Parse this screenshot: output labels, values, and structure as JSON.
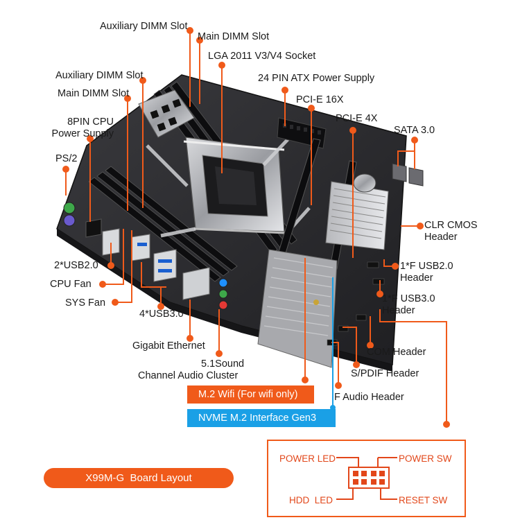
{
  "labels": {
    "aux_dimm_top": "Auxiliary DIMM Slot",
    "main_dimm_top": "Main DIMM Slot",
    "lga_socket": "LGA 2011 V3/V4 Socket",
    "aux_dimm_left": "Auxiliary DIMM Slot",
    "atx_power": "24 PIN ATX Power Supply",
    "main_dimm_left": "Main DIMM Slot",
    "pcie16": "PCI-E 16X",
    "cpu_power_line1": "8PIN CPU",
    "cpu_power_line2": "Power Supply",
    "pcie4": "PCI-E 4X",
    "sata": "SATA 3.0",
    "ps2": "PS/2",
    "clr_cmos_line1": "CLR CMOS",
    "clr_cmos_line2": "Header",
    "usb2_rear": "2*USB2.0",
    "f_usb2_line1": "1*F USB2.0",
    "f_usb2_line2": "Header",
    "cpu_fan": "CPU Fan",
    "f_usb3_line1": "1*F USB3.0",
    "f_usb3_line2": "Header",
    "sys_fan": "SYS Fan",
    "usb3_rear": "4*USB3.0",
    "gigabit": "Gigabit Ethernet",
    "com_header": "COM Header",
    "sound_line1": "5.1Sound",
    "sound_line2": "Channel Audio Cluster",
    "spdif": "S/PDIF Header",
    "f_audio": "F Audio Header"
  },
  "badges": {
    "m2_wifi": "M.2 Wifi (For wifi only)",
    "nvme": "NVME M.2 Interface Gen3"
  },
  "board_layout": "X99M-G  Board Layout",
  "front_panel": {
    "power_led": "POWER LED",
    "power_sw": "POWER SW",
    "hdd_led": "HDD  LED",
    "reset_sw": "RESET SW"
  },
  "colors": {
    "accent_orange": "#f05a1a",
    "accent_blue": "#1aa0e6",
    "pcb": "#2b2b2e"
  }
}
